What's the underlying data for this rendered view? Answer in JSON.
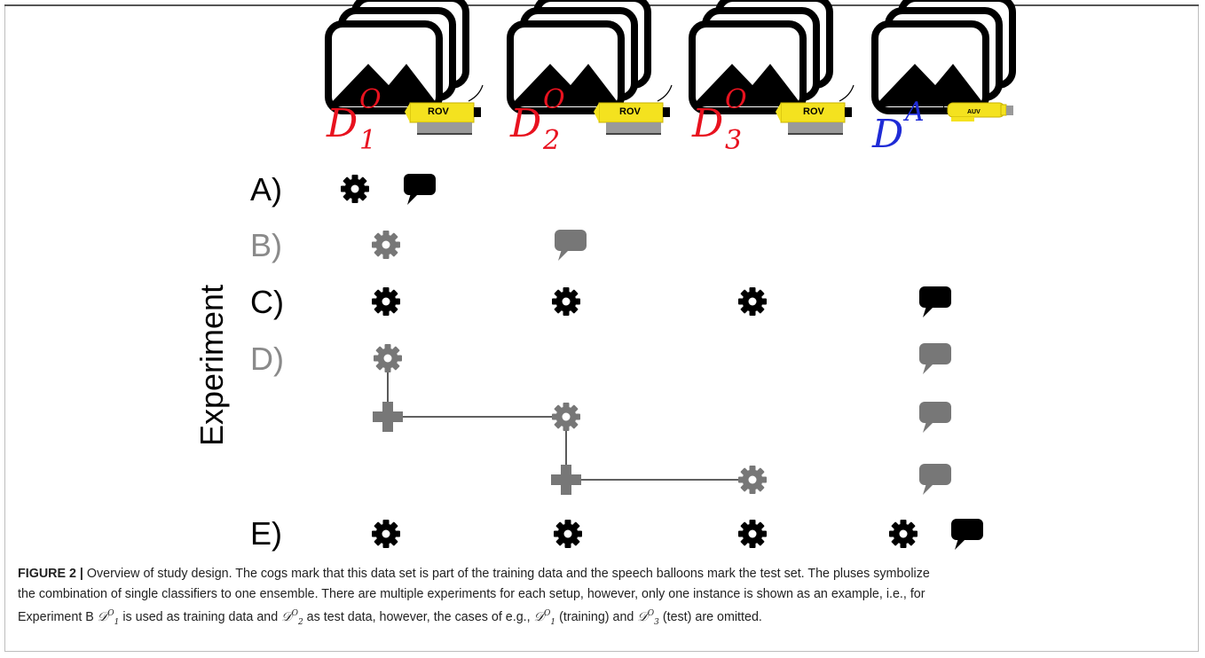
{
  "datasets": [
    {
      "id": "d1",
      "symbol": "D",
      "sup": "O",
      "sub": "1",
      "color": "#e8121f",
      "vehicle": "ROV"
    },
    {
      "id": "d2",
      "symbol": "D",
      "sup": "O",
      "sub": "2",
      "color": "#e8121f",
      "vehicle": "ROV"
    },
    {
      "id": "d3",
      "symbol": "D",
      "sup": "O",
      "sub": "3",
      "color": "#e8121f",
      "vehicle": "ROV"
    },
    {
      "id": "da",
      "symbol": "D",
      "sup": "A",
      "sub": "",
      "color": "#1f2bd6",
      "vehicle": "AUV"
    }
  ],
  "axis_title": "Experiment",
  "rows": [
    "A)",
    "B)",
    "C)",
    "D)",
    "E)"
  ],
  "colors": {
    "black": "#000000",
    "gray": "#777777",
    "red": "#e8121f",
    "blue": "#1f2bd6",
    "yellow": "#f4e21f"
  },
  "caption": {
    "figure_label": "FIGURE 2 |",
    "line1": " Overview of study design. The cogs mark that this data set is part of the training data and the speech balloons mark the test set. The pluses symbolize",
    "line2": "the combination of single classifiers to one ensemble. There are multiple experiments for each setup, however, only one instance is shown as an example, i.e., for",
    "line3_a": "Experiment B ",
    "d1": "𝒟",
    "line3_b": " is used as training data and ",
    "line3_c": " as test data, however, the cases of e.g., ",
    "line3_d": " (training) and ",
    "line3_e": " (test) are omitted.",
    "sup_o": "O",
    "sub_1": "1",
    "sub_2": "2",
    "sub_3": "3"
  }
}
